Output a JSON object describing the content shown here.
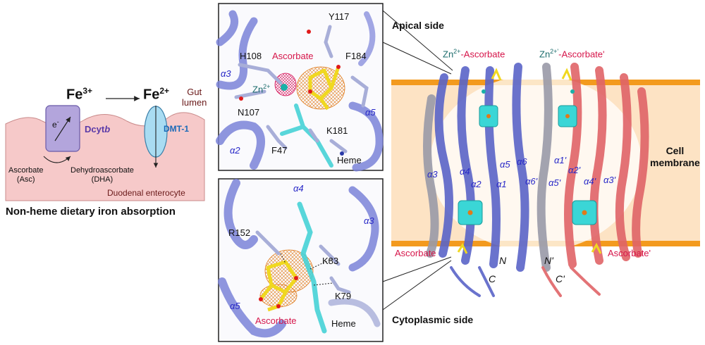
{
  "colors": {
    "protein_blue": "#5a64c8",
    "protein_red": "#e06468",
    "protein_grey": "#9a9aa8",
    "membrane": "#fde3c4",
    "membrane_edge": "#f39a1e",
    "enterocyte": "#f6c9c9",
    "dcytb": "#b3a5dc",
    "dmt1": "#a9dcf2",
    "ascorbate_label": "#d6154a",
    "zn_label": "#1a6b6b",
    "helix_label": "#2a2ac8",
    "heme": "#3ad6d6",
    "ascorbate_stick": "#f0d820",
    "density_mesh": "#e07a1a"
  },
  "left": {
    "fe3": "Fe",
    "fe3_sup": "3+",
    "fe2": "Fe",
    "fe2_sup": "2+",
    "gut": "Gut",
    "lumen": "lumen",
    "electron": "e",
    "electron_sup": "-",
    "dcytb": "Dcyt",
    "dcytb_b": "b",
    "dmt1": "DMT-1",
    "ascorbate": "Ascorbate",
    "asc": "(Asc)",
    "dha_name": "Dehydroascorbate",
    "dha": "(DHA)",
    "cell": "Duodenal enterocyte",
    "title": "Non-heme dietary iron absorption"
  },
  "top_panel": {
    "y117": "Y117",
    "h108": "H108",
    "ascorbate": "Ascorbate",
    "f184": "F184",
    "a3": "α3",
    "zn": "Zn",
    "zn_sup": "2+",
    "n107": "N107",
    "a5": "α5",
    "k181": "K181",
    "a2": "α2",
    "f47": "F47",
    "heme": "Heme"
  },
  "bottom_panel": {
    "a4": "α4",
    "a3": "α3",
    "r152": "R152",
    "k83": "K83",
    "k79": "K79",
    "a5": "α5",
    "ascorbate": "Ascorbate",
    "heme": "Heme"
  },
  "right": {
    "apical": "Apical side",
    "cytoplasmic": "Cytoplasmic side",
    "zn_asc_left": "Zn",
    "zn_asc_left_sup": "2+",
    "zn_asc_left_tail": "-Ascorbate",
    "zn_asc_right": "Zn",
    "zn_asc_right_sup": "2+'",
    "zn_asc_right_tail": "-Ascorbate'",
    "cell_membrane_1": "Cell",
    "cell_membrane_2": "membrane",
    "ascorbate_left": "Ascorbate",
    "ascorbate_right": "Ascorbate'",
    "helices_left": [
      "α3",
      "α4",
      "α5",
      "α6",
      "α2",
      "α1",
      "α6'"
    ],
    "helices_right": [
      "α1'",
      "α2'",
      "α5'",
      "α4'",
      "α3'"
    ],
    "n": "N",
    "c": "C",
    "n_prime": "N'",
    "c_prime": "C'"
  }
}
